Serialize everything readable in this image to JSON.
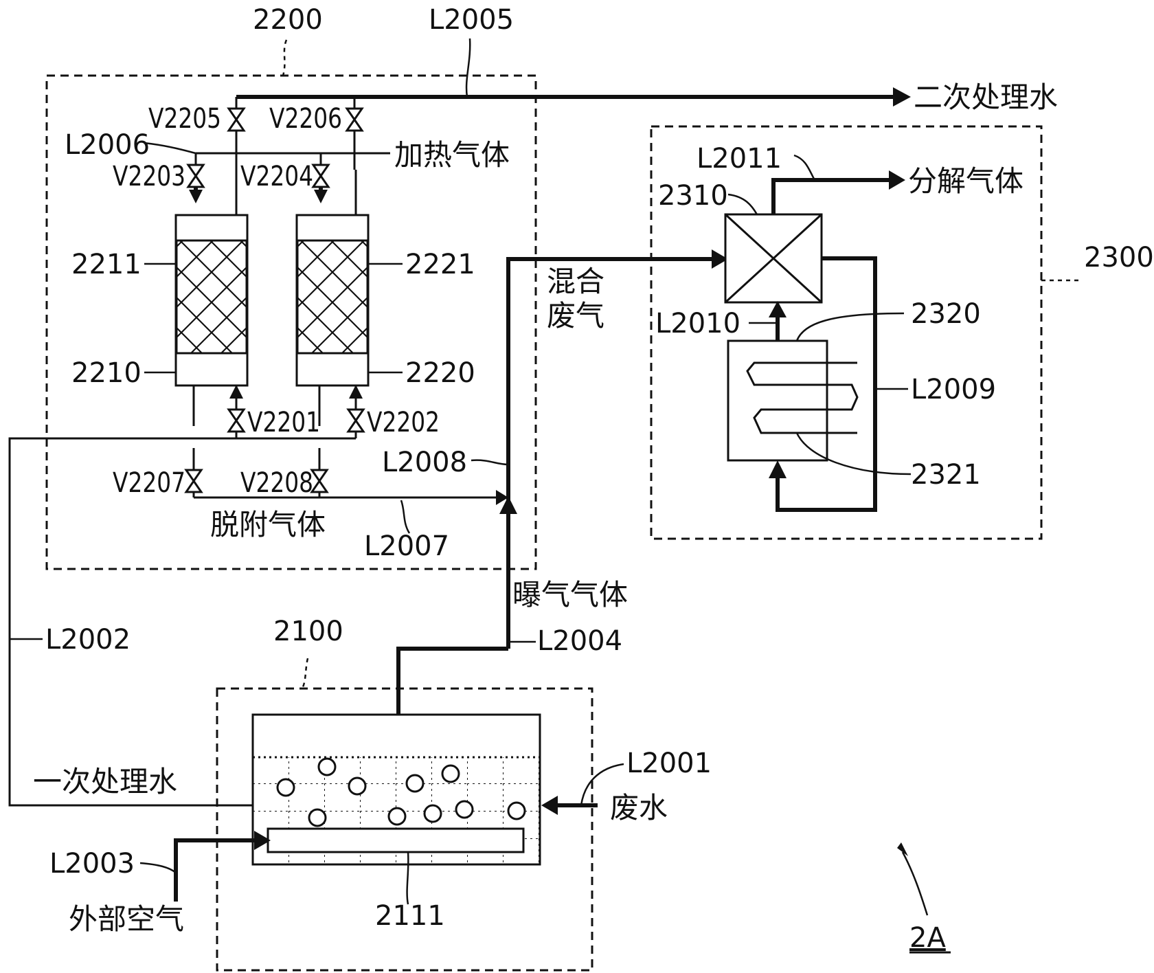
{
  "figure_label": "2A",
  "systems": {
    "adsorption": "2200",
    "decomposition": "2300",
    "aeration": "2100"
  },
  "lines": {
    "L2001": "L2001",
    "L2002": "L2002",
    "L2003": "L2003",
    "L2004": "L2004",
    "L2005": "L2005",
    "L2006": "L2006",
    "L2007": "L2007",
    "L2008": "L2008",
    "L2009": "L2009",
    "L2010": "L2010",
    "L2011": "L2011"
  },
  "valves": {
    "V2201": "V2201",
    "V2202": "V2202",
    "V2203": "V2203",
    "V2204": "V2204",
    "V2205": "V2205",
    "V2206": "V2206",
    "V2207": "V2207",
    "V2208": "V2208"
  },
  "components": {
    "tower_a": "2210",
    "adsorbent_a": "2211",
    "tower_b": "2220",
    "adsorbent_b": "2221",
    "decomposer": "2310",
    "heat_exchanger": "2320",
    "coil": "2321",
    "diffuser": "2111"
  },
  "streams": {
    "secondary_water": "二次处理水",
    "heating_gas": "加热气体",
    "mixed_gas_line1": "混合",
    "mixed_gas_line2": "废气",
    "decomposed_gas": "分解气体",
    "desorbed_gas": "脱附气体",
    "aeration_gas": "曝气气体",
    "primary_water": "一次处理水",
    "wastewater": "废水",
    "outside_air": "外部空气"
  }
}
